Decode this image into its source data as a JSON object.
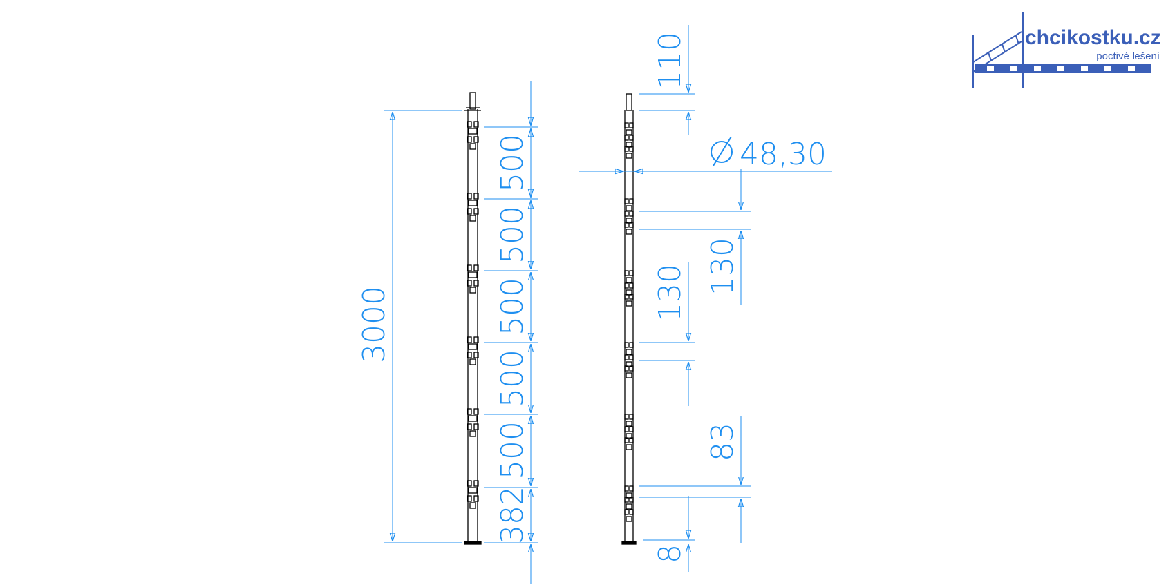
{
  "colors": {
    "dimension": "#1f8ff0",
    "part": "#000000",
    "logo": "#3b5fb8",
    "background": "#ffffff"
  },
  "logo": {
    "brand": "chcikostku.cz",
    "tagline": "poctivé lešení"
  },
  "dimensions": {
    "overall_height": "3000",
    "segment_1": "500",
    "segment_2": "500",
    "segment_3": "500",
    "segment_4": "500",
    "segment_5": "500",
    "bottom_segment": "382",
    "top_spigot": "110",
    "diameter": "48,30",
    "rosette_gap_a": "130",
    "rosette_gap_b": "130",
    "bottom_rosette_gap": "83",
    "base_plate": "8"
  }
}
